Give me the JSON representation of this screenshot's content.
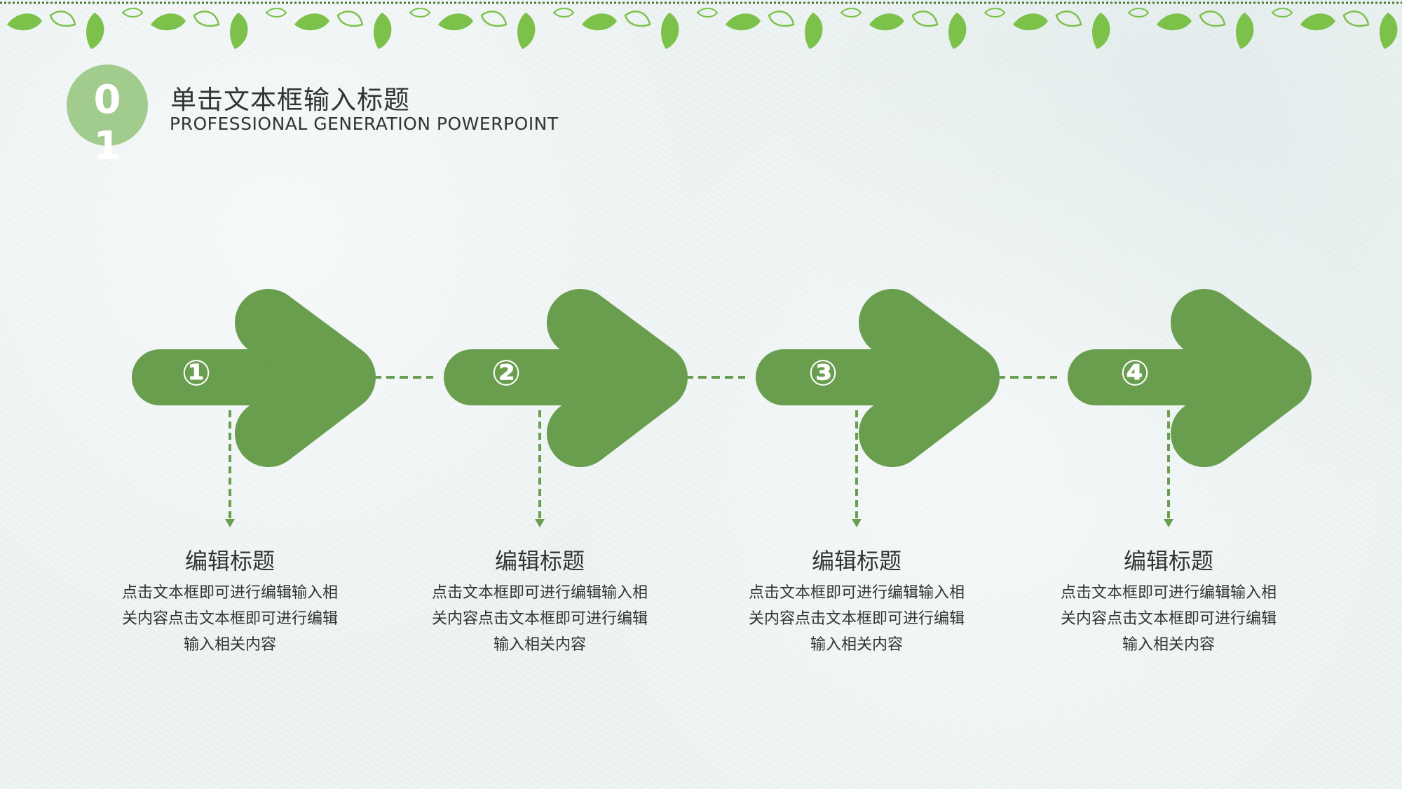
{
  "header": {
    "section_number": "01",
    "title": "单击文本框输入标题",
    "subtitle": "PROFESSIONAL GENERATION POWERPOINT"
  },
  "colors": {
    "accent": "#6a9e4f",
    "badge": "#a2cc8d",
    "leaf": "#7cc24a",
    "text": "#333333"
  },
  "steps": [
    {
      "number": "①",
      "title": "编辑标题",
      "description": "点击文本框即可进行编辑输入相关内容点击文本框即可进行编辑输入相关内容"
    },
    {
      "number": "②",
      "title": "编辑标题",
      "description": "点击文本框即可进行编辑输入相关内容点击文本框即可进行编辑输入相关内容"
    },
    {
      "number": "③",
      "title": "编辑标题",
      "description": "点击文本框即可进行编辑输入相关内容点击文本框即可进行编辑输入相关内容"
    },
    {
      "number": "④",
      "title": "编辑标题",
      "description": "点击文本框即可进行编辑输入相关内容点击文本框即可进行编辑输入相关内容"
    }
  ]
}
